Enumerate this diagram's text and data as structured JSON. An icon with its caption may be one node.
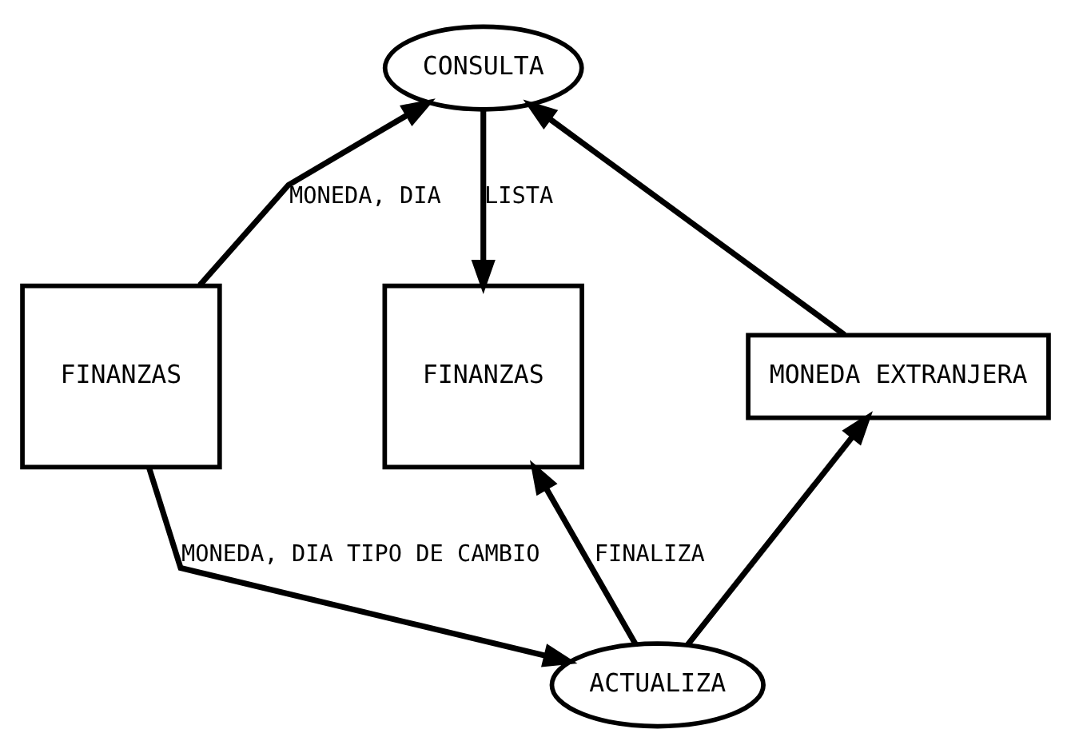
{
  "diagram": {
    "nodes": [
      {
        "text": [
          "FINANZAS"
        ]
      },
      {
        "text": [
          "CONSULTA"
        ]
      },
      {
        "text": [
          "FINANZAS"
        ]
      },
      {
        "text": [
          "MONEDA EXTRANJERA"
        ]
      },
      {
        "text": [
          "ACTUALIZA"
        ]
      }
    ],
    "edges": [
      {
        "from": 0,
        "to": 1,
        "arrow": "to",
        "label": "MONEDA, DIA"
      },
      {
        "from": 1,
        "to": 2,
        "arrow": "to",
        "label": "LISTA"
      },
      {
        "from": 3,
        "to": 1,
        "arrow": "to"
      },
      {
        "from": 0,
        "to": 4,
        "arrow": "to",
        "label": "MONEDA, DIA TIPO DE CAMBIO"
      },
      {
        "from": 4,
        "to": 3,
        "arrow": "to"
      },
      {
        "from": 4,
        "to": 2,
        "arrow": "to",
        "label": "FINALIZA"
      }
    ]
  }
}
